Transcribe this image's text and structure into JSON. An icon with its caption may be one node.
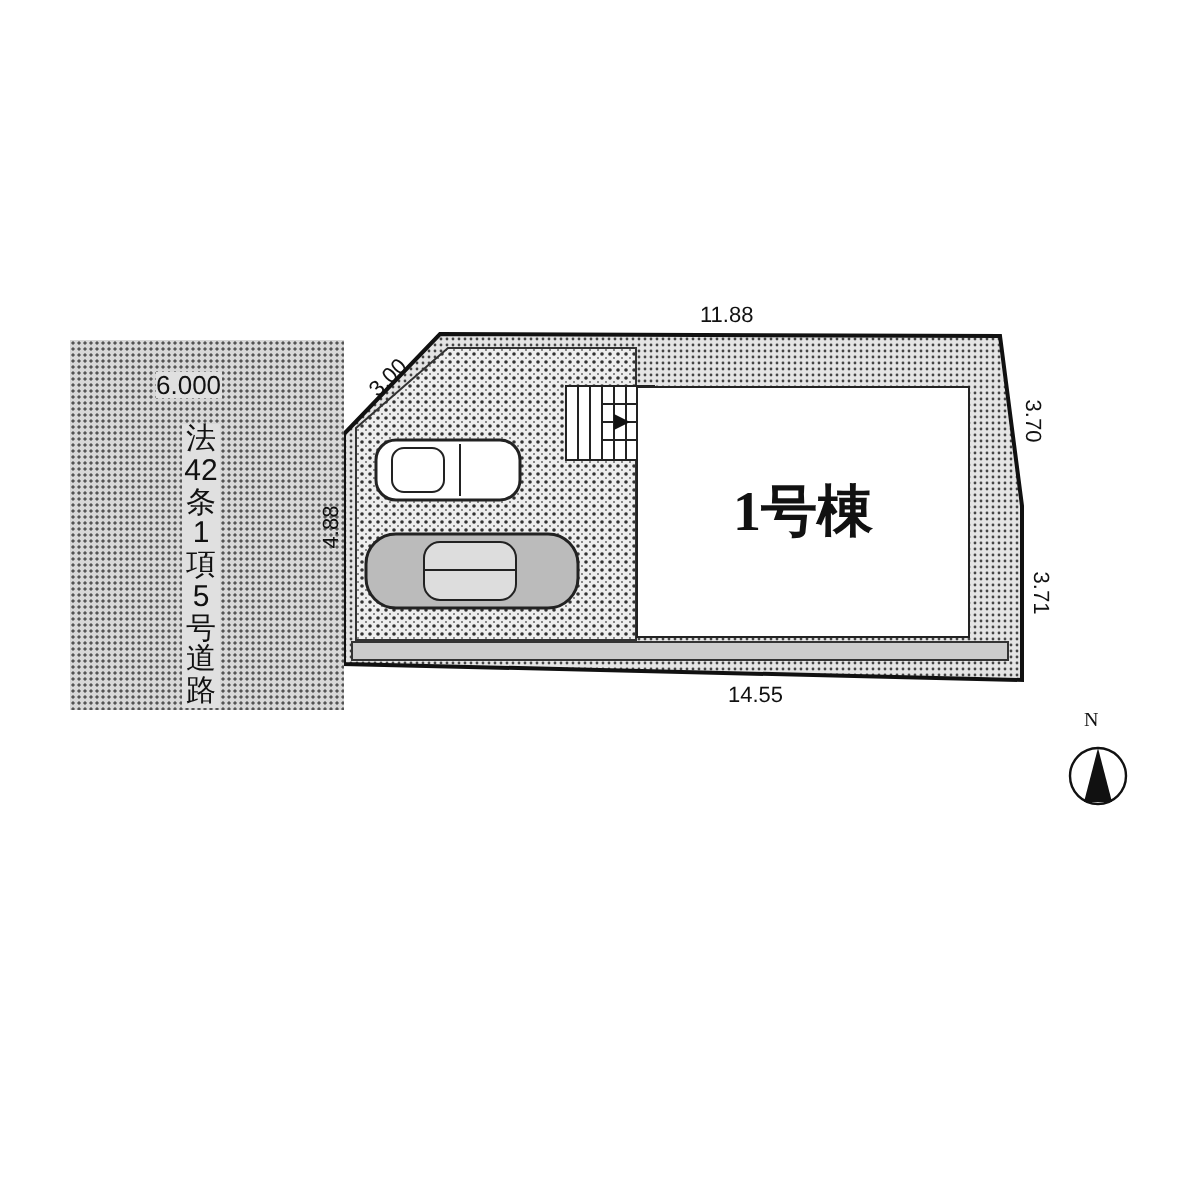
{
  "diagram": {
    "nodes": [
      {
        "text": [
          "法42条1項5号道路"
        ]
      },
      {
        "text": [
          "1号棟"
        ]
      }
    ],
    "labels": [
      "11.88",
      "6.000",
      "3.00",
      "3.70",
      "4.88",
      "3.71",
      "14.55",
      "N"
    ]
  }
}
